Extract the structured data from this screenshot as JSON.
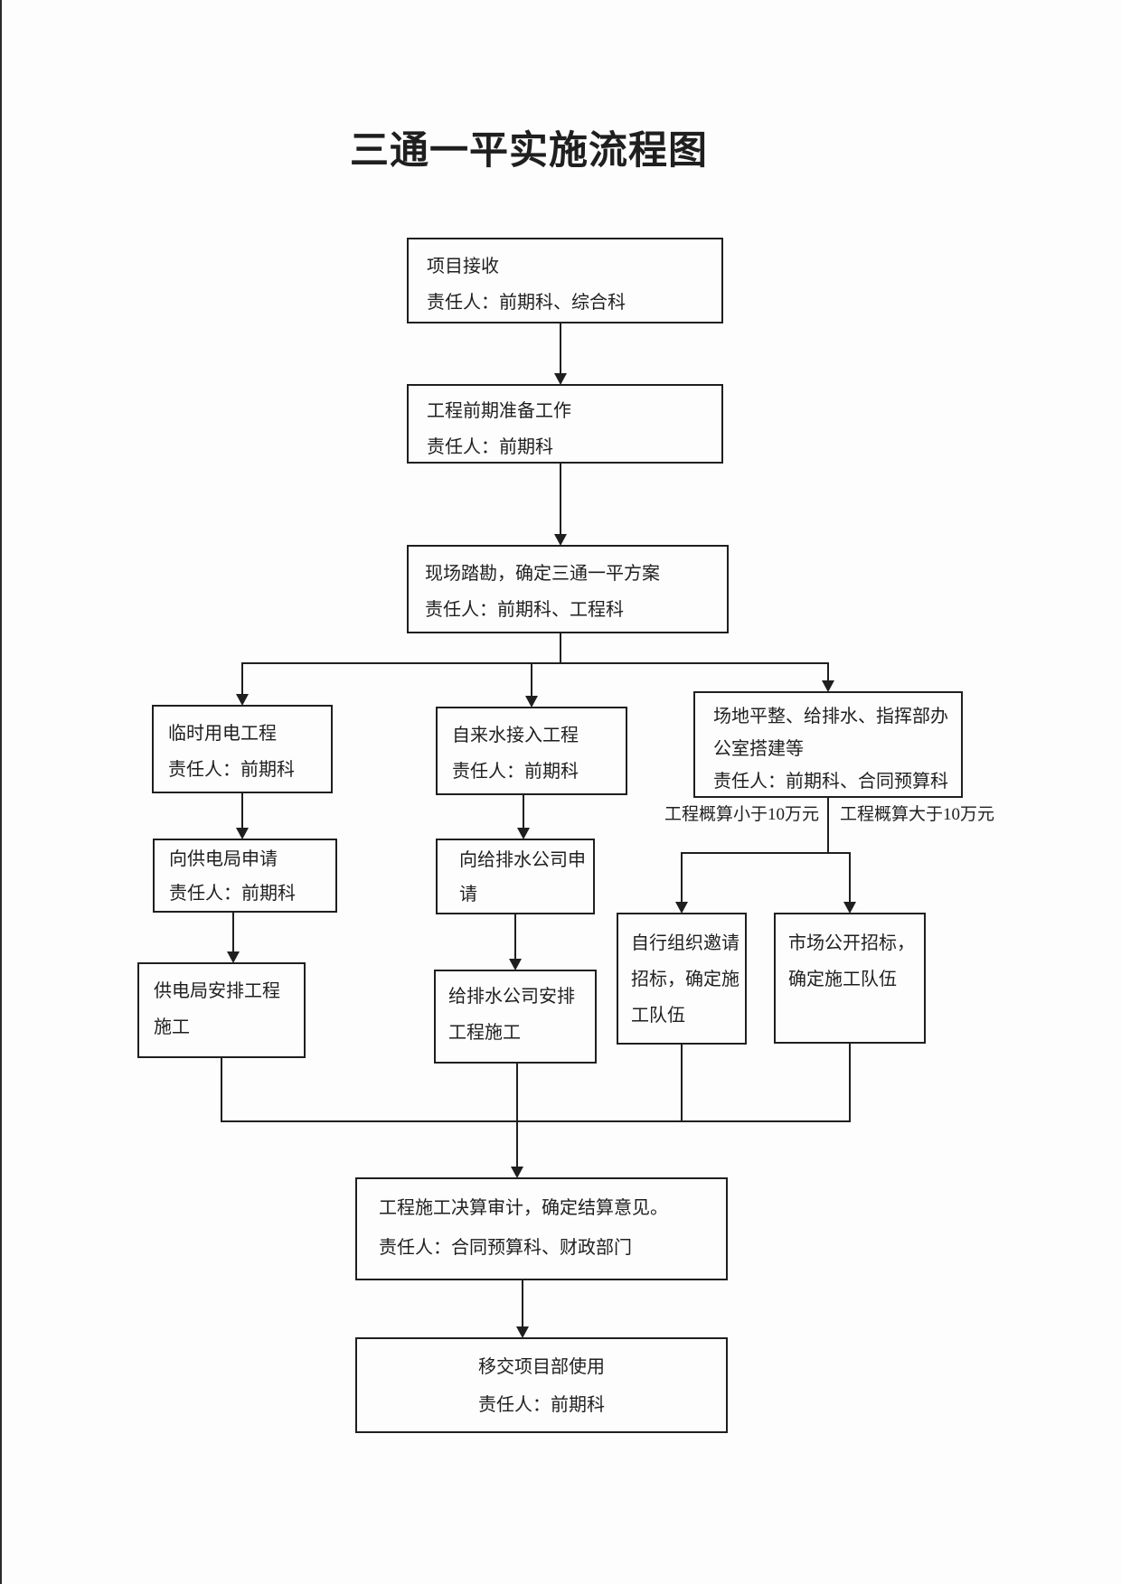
{
  "page": {
    "title": "三通一平实施流程图"
  },
  "colors": {
    "line": "#1f1f1f",
    "text": "#1f1f1f",
    "background": "#fdfdfd"
  },
  "nodes": {
    "receive": {
      "line1": "项目接收",
      "line2": "责任人：前期科、综合科"
    },
    "prepare": {
      "line1": "工程前期准备工作",
      "line2": "责任人：前期科"
    },
    "survey": {
      "line1": "现场踏勘，确定三通一平方案",
      "line2": "责任人：前期科、工程科"
    },
    "temp_power": {
      "line1": "临时用电工程",
      "line2": "责任人：前期科"
    },
    "tap_water": {
      "line1": "自来水接入工程",
      "line2": "责任人：前期科"
    },
    "site_leveling": {
      "line1": "场地平整、给排水、指挥部办公室搭建等",
      "line2": "责任人：前期科、合同预算科"
    },
    "apply_power": {
      "line1": "向供电局申请",
      "line2": "责任人：前期科"
    },
    "apply_water": {
      "line1": "向给排水公司申请"
    },
    "power_construction": {
      "line1": "供电局安排工程施工"
    },
    "water_construction": {
      "line1": "给排水公司安排工程施工"
    },
    "invited_bidding": {
      "line1": "自行组织邀请招标，确定施工队伍"
    },
    "open_bidding": {
      "line1": "市场公开招标，确定施工队伍"
    },
    "audit": {
      "line1": "工程施工决算审计，确定结算意见。",
      "line2": "责任人：合同预算科、财政部门"
    },
    "handover": {
      "line1": "移交项目部使用",
      "line2": "责任人：前期科"
    }
  },
  "branch_labels": {
    "under_100k": "工程概算小于10万元",
    "over_100k": "工程概算大于10万元"
  }
}
